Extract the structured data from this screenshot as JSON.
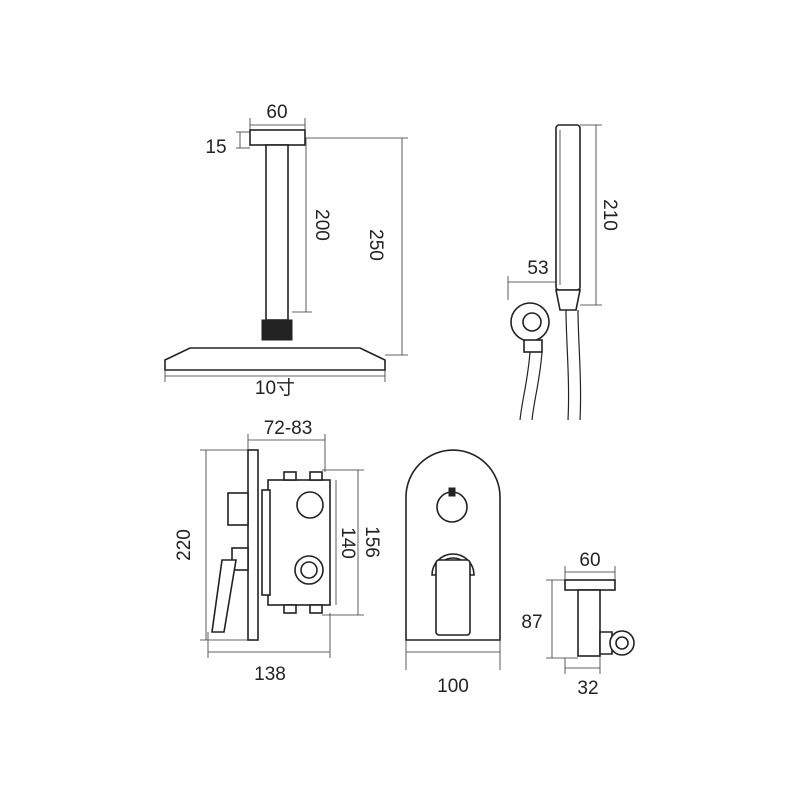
{
  "drawing": {
    "shower_arm": {
      "top_width": "60",
      "plate_height": "15",
      "arm_length": "200",
      "total_height": "250",
      "head_size": "10寸"
    },
    "hand_shower": {
      "length": "210",
      "holder_offset": "53"
    },
    "mixer_side": {
      "depth": "72-83",
      "plate_height": "220",
      "box_height": "140",
      "box_outer_height": "156",
      "total_depth": "138"
    },
    "mixer_front": {
      "width": "100"
    },
    "wall_holder": {
      "width": "60",
      "height": "87",
      "depth": "32"
    }
  }
}
